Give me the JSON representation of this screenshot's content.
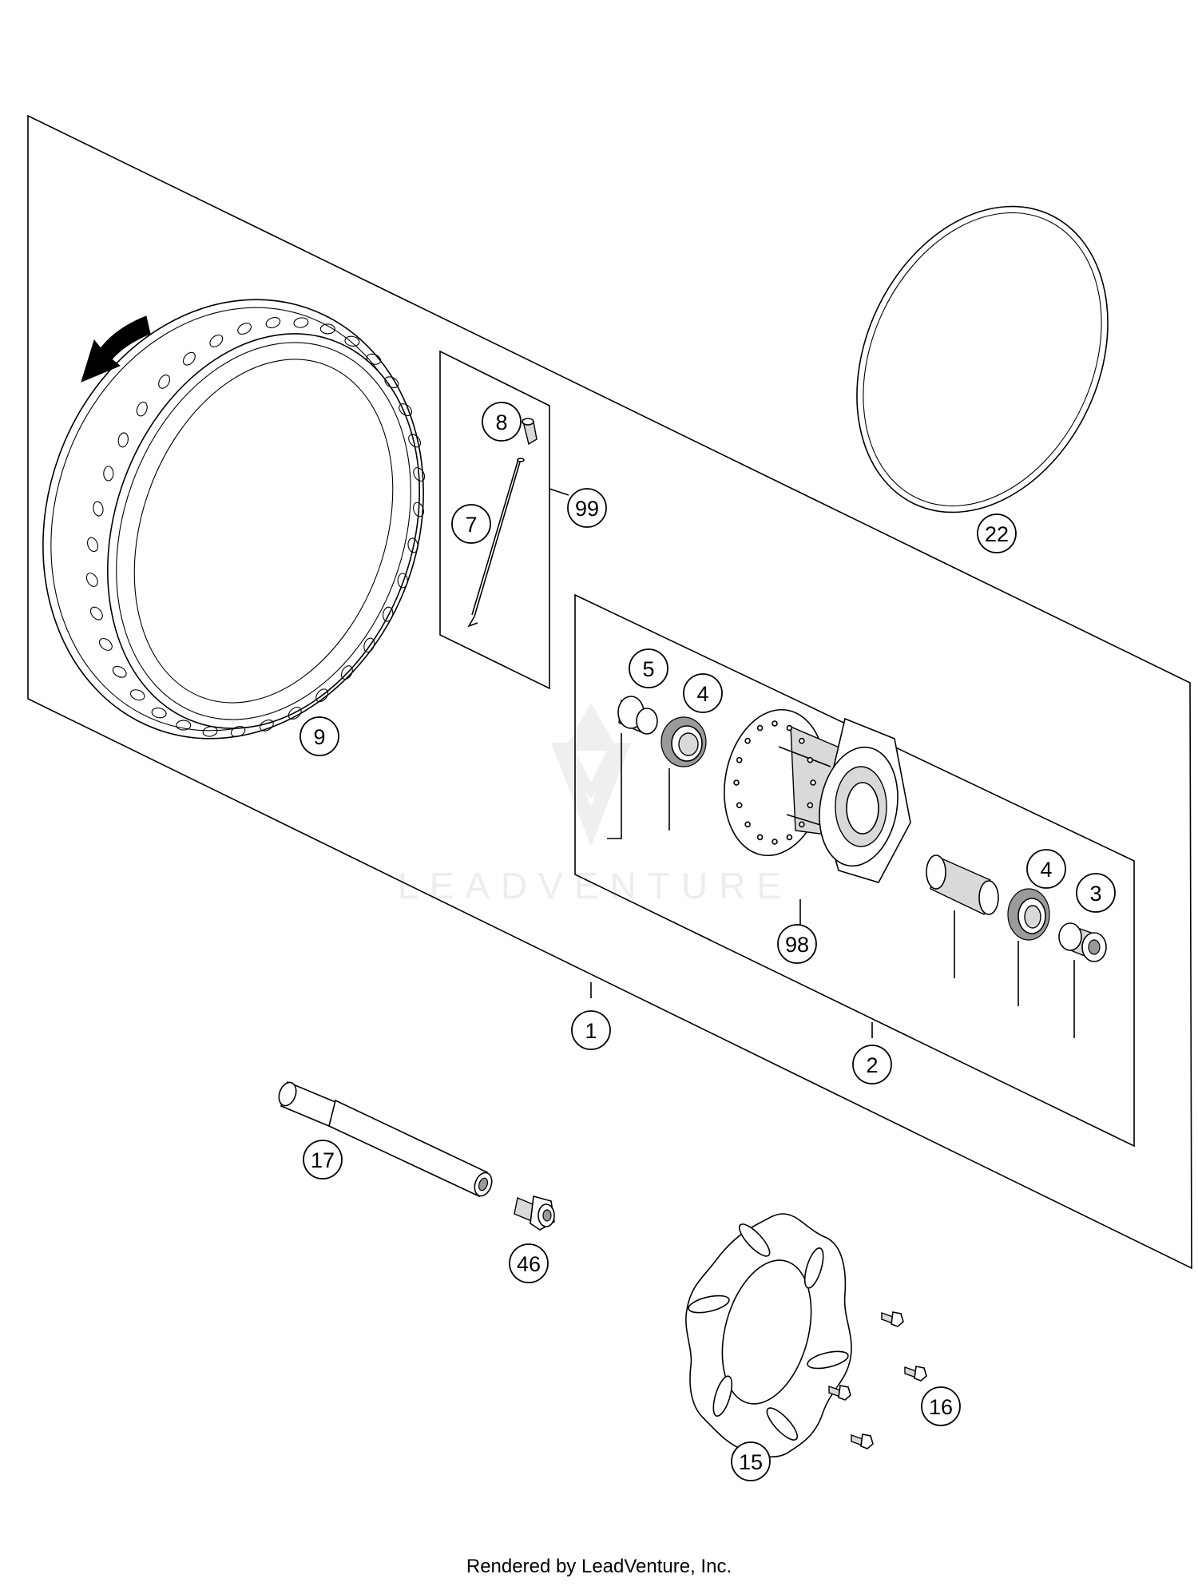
{
  "diagram": {
    "callouts": {
      "c1": "1",
      "c2": "2",
      "c3": "3",
      "c4a": "4",
      "c4b": "4",
      "c5": "5",
      "c7": "7",
      "c8": "8",
      "c9": "9",
      "c15": "15",
      "c16": "16",
      "c17": "17",
      "c22": "22",
      "c46": "46",
      "c98": "98",
      "c99": "99"
    },
    "watermark_text": "LEADVENTURE",
    "direction_arrow_icon": "rotation-direction-arrow-icon"
  },
  "footer": {
    "text": "Rendered by LeadVenture, Inc."
  }
}
